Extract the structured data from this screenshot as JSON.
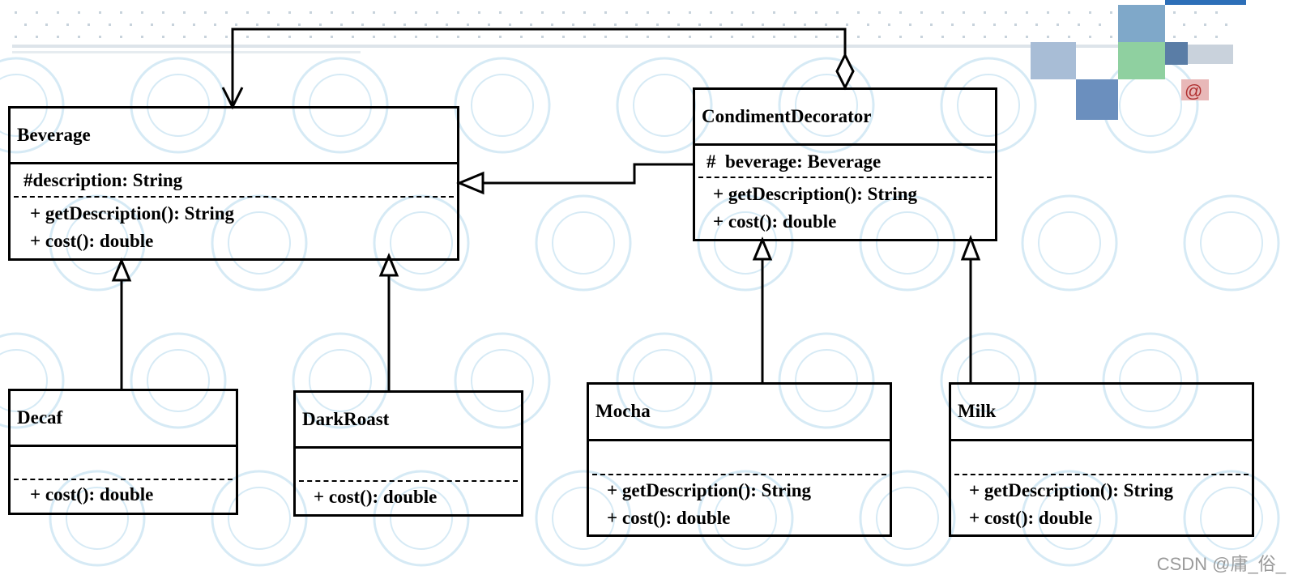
{
  "classes": {
    "beverage": {
      "name": "Beverage",
      "fields": [
        "#description: String"
      ],
      "methods": [
        "+ getDescription(): String",
        "+ cost(): double"
      ]
    },
    "condiment": {
      "name": "CondimentDecorator",
      "fields": [
        "#  beverage: Beverage"
      ],
      "methods": [
        "+ getDescription(): String",
        "+ cost(): double"
      ]
    },
    "decaf": {
      "name": "Decaf",
      "methods": [
        "+ cost(): double"
      ]
    },
    "darkroast": {
      "name": "DarkRoast",
      "methods": [
        "+ cost(): double"
      ]
    },
    "mocha": {
      "name": "Mocha",
      "methods": [
        "+ getDescription(): String",
        "+ cost(): double"
      ]
    },
    "milk": {
      "name": "Milk",
      "methods": [
        "+ getDescription(): String",
        "+ cost(): double"
      ]
    }
  },
  "watermark": "CSDN @庸_俗_",
  "colors": {
    "line": "#000000",
    "watermark_seal": "#d6eaf5",
    "watermark_text": "#9a9a9a"
  }
}
